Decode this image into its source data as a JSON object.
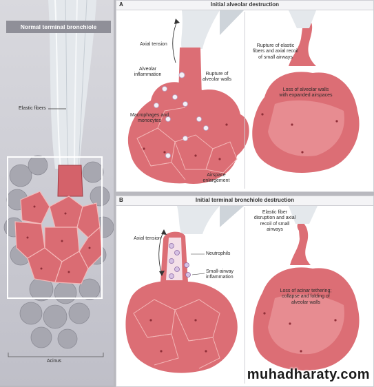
{
  "left_panel": {
    "title": "Normal terminal bronchiole",
    "elastic_fibers": "Elastic fibers",
    "acinus": "Acinus"
  },
  "panel_a": {
    "letter": "A",
    "title": "Initial alveolar destruction",
    "axial_tension": "Axial tension",
    "alveolar_inflammation": "Alveolar inflammation",
    "rupture_walls": "Rupture of alveolar walls",
    "macrophages": "Macrophages and monocytes",
    "airspace_enlargement": "Airspace enlargement",
    "rupture_elastic": "Rupture of elastic fibers and axial recoil of small airways",
    "loss_walls": "Loss of alveolar walls with expanded airspaces"
  },
  "panel_b": {
    "letter": "B",
    "title": "Initial terminal bronchiole destruction",
    "axial_tension": "Axial tension",
    "neutrophils": "Neutrophils",
    "small_airway_inflammation": "Small-airway inflammation",
    "elastic_disruption": "Elastic fiber disruption and axial recoil of small airways",
    "loss_tethering": "Loss of acinar tethering; collapse and folding of alveolar walls"
  },
  "watermark": "muhadharaty.com",
  "colors": {
    "tissue": "#d96a70",
    "tissue_dark": "#a8434c",
    "tissue_light": "#f0a8a8",
    "fiber": "#e8ecef",
    "gray_acini": "#9a9aa3"
  }
}
